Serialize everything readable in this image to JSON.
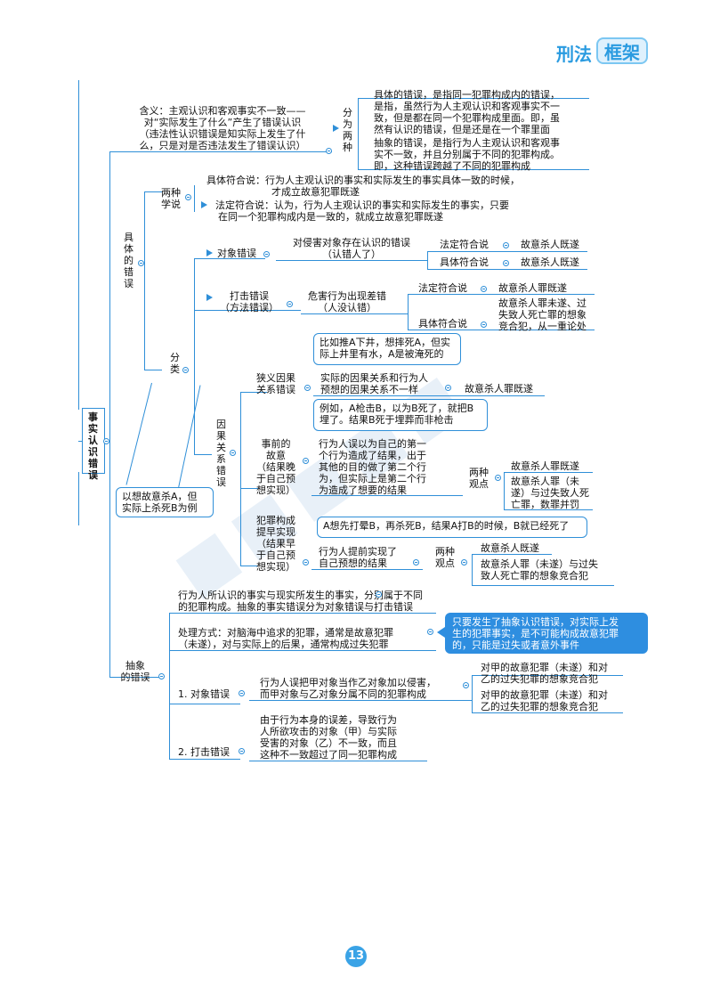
{
  "logo": {
    "part1": "刑法",
    "part2": "框架"
  },
  "page_number": "13",
  "root": "事实认识错误",
  "meaning": [
    "含义：主观认识和客观事实不一致——",
    "对“实际发生了什么”产生了错误认识",
    "（违法性认识错误是知实际上发生了什",
    "么，只是对是否违法发生了错误认识）"
  ],
  "split_two": "分为两种",
  "concrete_desc": [
    "具体的错误，是指同一犯罪构成内的错误，",
    "是指，虽然行为人主观认识和客观事实不一",
    "致，但是都在同一个犯罪构成里面。即，虽",
    "然有认识的错误，但是还是在一个罪里面"
  ],
  "abstract_desc": [
    "抽象的错误，是指行为人主观认识和客观事",
    "实不一致，并且分别属于不同的犯罪构成。",
    "即，这种错误跨越了不同的犯罪构成"
  ],
  "concrete": "具体的错误",
  "two_theories": "两种学说",
  "concrete_theory": [
    "具体符合说：行为人主观认识的事实和实际发生的事实具体一致的时候，",
    "才成立故意犯罪既遂"
  ],
  "legal_theory": [
    "法定符合说：认为，行为人主观认识的事实和实际发生的事实，只要",
    "在同一个犯罪构成内是一致的，就成立故意犯罪既遂"
  ],
  "classify": "分类",
  "object_error": "对象错误",
  "object_desc": [
    "对侵害对象存在认识的错误",
    "（认错人了）"
  ],
  "legal_label": "法定符合说",
  "concrete_label": "具体符合说",
  "intent_complete": "故意杀人既遂",
  "hit_error": [
    "打击错误",
    "（方法错误）"
  ],
  "hit_desc": [
    "危害行为出现差错",
    "（人没认错）"
  ],
  "hit_legal_result": "故意杀人罪既遂",
  "hit_concrete_result": [
    "故意杀人罪未遂、过",
    "失致人死亡罪的想象",
    "竞合犯，从一重论处"
  ],
  "example1": [
    "比如推A下井，想摔死A，但实",
    "际上井里有水，A是被淹死的"
  ],
  "causal_error": "因果关系错误",
  "narrow_causal": [
    "狭义因果",
    "关系错误"
  ],
  "narrow_desc": [
    "实际的因果关系和行为人",
    "预想的因果关系不一样"
  ],
  "narrow_result": "故意杀人罪既遂",
  "example2": [
    "例如，A枪击B，以为B死了，就把B",
    "埋了。结果B死于埋葬而非枪击"
  ],
  "prior_intent": [
    "事前的",
    "故意",
    "（结果晚",
    "于自己预",
    "想实现）"
  ],
  "prior_desc": [
    "行为人误以为自己的第一",
    "个行为造成了结果，出于",
    "其他的目的做了第二个行",
    "为，但实际上是第二个行",
    "为造成了想要的结果"
  ],
  "two_views": [
    "两种",
    "观点"
  ],
  "prior_view1": "故意杀人罪既遂",
  "prior_view2": [
    "故意杀人罪（未",
    "遂）与过失致人死",
    "亡罪，数罪并罚"
  ],
  "example_kill": [
    "以想故意杀A，但",
    "实际上杀死B为例"
  ],
  "example3": "A想先打晕B，再杀死B，结果A打B的时候，B就已经死了",
  "early": [
    "犯罪构成",
    "提早实现",
    "（结果早",
    "于自己预",
    "想实现）"
  ],
  "early_desc": [
    "行为人提前实现了",
    "自己预想的结果"
  ],
  "early_view1": "故意杀人既遂",
  "early_view2": [
    "故意杀人罪（未遂）与过失",
    "致人死亡罪的想象竞合犯"
  ],
  "abstract": "抽象的错误",
  "abstract_intro": [
    "行为人所认识的事实与现实所发生的事实，分别属于不同",
    "的犯罪构成。抽象的事实错误分为对象错误与打击错误"
  ],
  "treatment": [
    "处理方式：对脑海中追求的犯罪，通常是故意犯罪",
    "（未遂），对与实际上的后果，通常构成过失犯罪"
  ],
  "highlight": [
    "只要发生了抽象认识错误，对实际上发",
    "生的犯罪事实，是不可能构成故意犯罪",
    "的，只能是过失或者意外事件"
  ],
  "abs_object": "1. 对象错误",
  "abs_object_desc": [
    "行为人误把甲对象当作乙对象加以侵害，",
    "而甲对象与乙对象分属不同的犯罪构成"
  ],
  "abs_object_r1": [
    "对甲的故意犯罪（未遂）和对",
    "乙的过失犯罪的想象竞合犯"
  ],
  "abs_object_r2": [
    "对甲的故意犯罪（未遂）和对",
    "乙的过失犯罪的想象竞合犯"
  ],
  "abs_hit": "2. 打击错误",
  "abs_hit_desc": [
    "由于行为本身的误差，导致行为",
    "人所欲攻击的对象（甲）与实际",
    "受害的对象（乙）不一致，而且",
    "这种不一致超过了同一犯罪构成"
  ]
}
